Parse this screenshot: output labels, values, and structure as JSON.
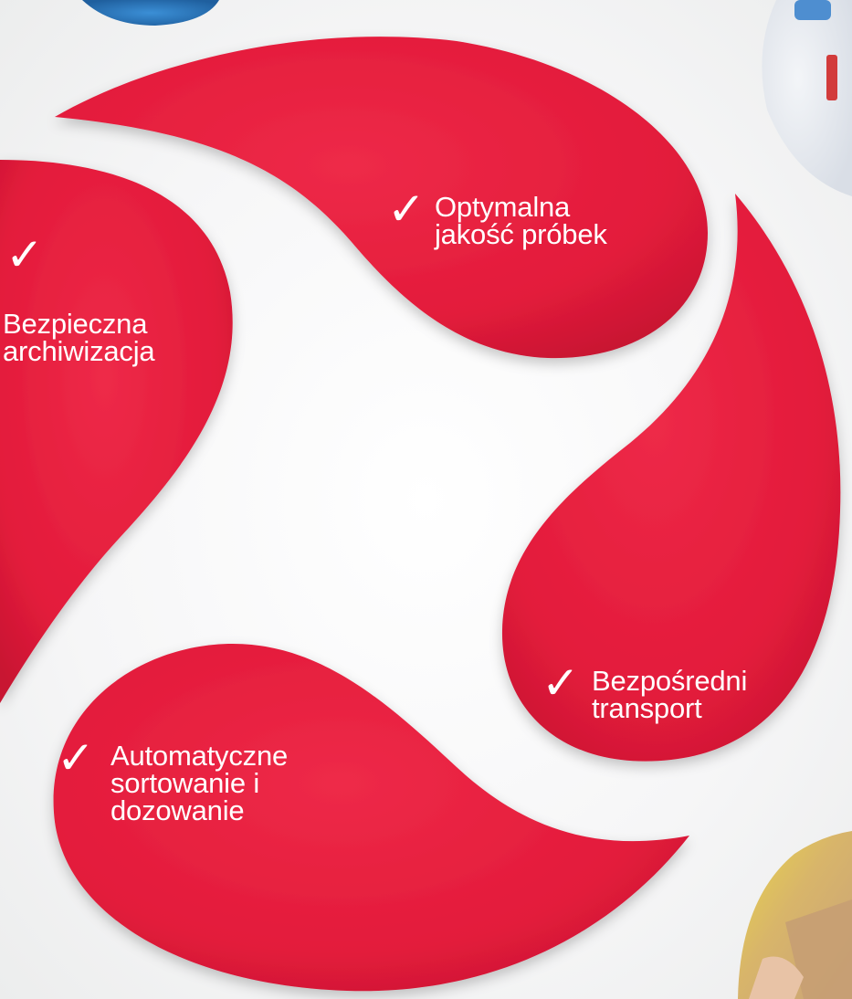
{
  "brand": {
    "drop_color": "#e31b3b",
    "drop_shadow_color": "#b5142d",
    "text_color": "#ffffff"
  },
  "check_icon": "checkmark-icon",
  "features": [
    {
      "lines": [
        "Optymalna",
        "jakość próbek"
      ]
    },
    {
      "lines": [
        "Bezpieczna",
        "archiwizacja"
      ]
    },
    {
      "lines": [
        "Bezpośredni",
        "transport"
      ]
    },
    {
      "lines": [
        "Automatyczne",
        "sortowanie i",
        "dozowanie"
      ]
    }
  ],
  "photos": [
    "gloved-hand-photo",
    "laboratory-photo",
    "parcel-box-photo"
  ]
}
